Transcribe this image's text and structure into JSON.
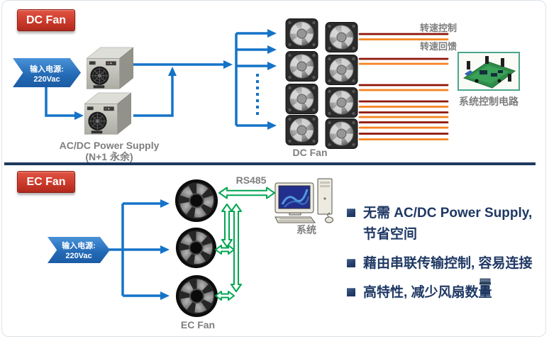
{
  "colors": {
    "badge_red": "#C23327",
    "arrow_blue": "#1573C8",
    "divider_navy": "#1E3A5F",
    "signal_dark_red": "#8E1507",
    "signal_orange": "#F5821F",
    "bus_green": "#00A651",
    "bullet_navy": "#1F3864",
    "caption_gray": "#7E7E7E"
  },
  "icons": {
    "psu-icon": "3d gray power supply box with round fan grille",
    "dc-fan-icon": "square axial fan, black frame, gray blades",
    "ec-fan-icon": "round black EC fan with gray blades",
    "pcb-board-icon": "green control circuit board in teal-bordered box",
    "computer-icon": "desktop computer with CRT monitor, tower, keyboard, mouse",
    "corner-logo-icon": "small navy emblem in lower right area"
  },
  "dc_section": {
    "badge_label": "DC Fan",
    "input_arrow": {
      "line1": "输入电源:",
      "line2": "220Vac"
    },
    "psu_caption_line1": "AC/DC Power Supply",
    "psu_caption_line2": "(N+1 永余)",
    "fan_caption": "DC Fan",
    "signal_labels": {
      "control": "转速控制",
      "feedback": "转速回馈"
    },
    "board_caption": "系统控制电路"
  },
  "ec_section": {
    "badge_label": "EC Fan",
    "input_arrow": {
      "line1": "输入电源:",
      "line2": "220Vac"
    },
    "bus_label": "RS485",
    "computer_caption": "系统",
    "fan_caption": "EC Fan",
    "bullets": [
      {
        "line1": "无需 AC/DC Power Supply,",
        "line2": "节省空间"
      },
      {
        "line1": "藉由串联传输控制, 容易连接"
      },
      {
        "line1": "高特性, 减少风扇数量"
      }
    ]
  }
}
